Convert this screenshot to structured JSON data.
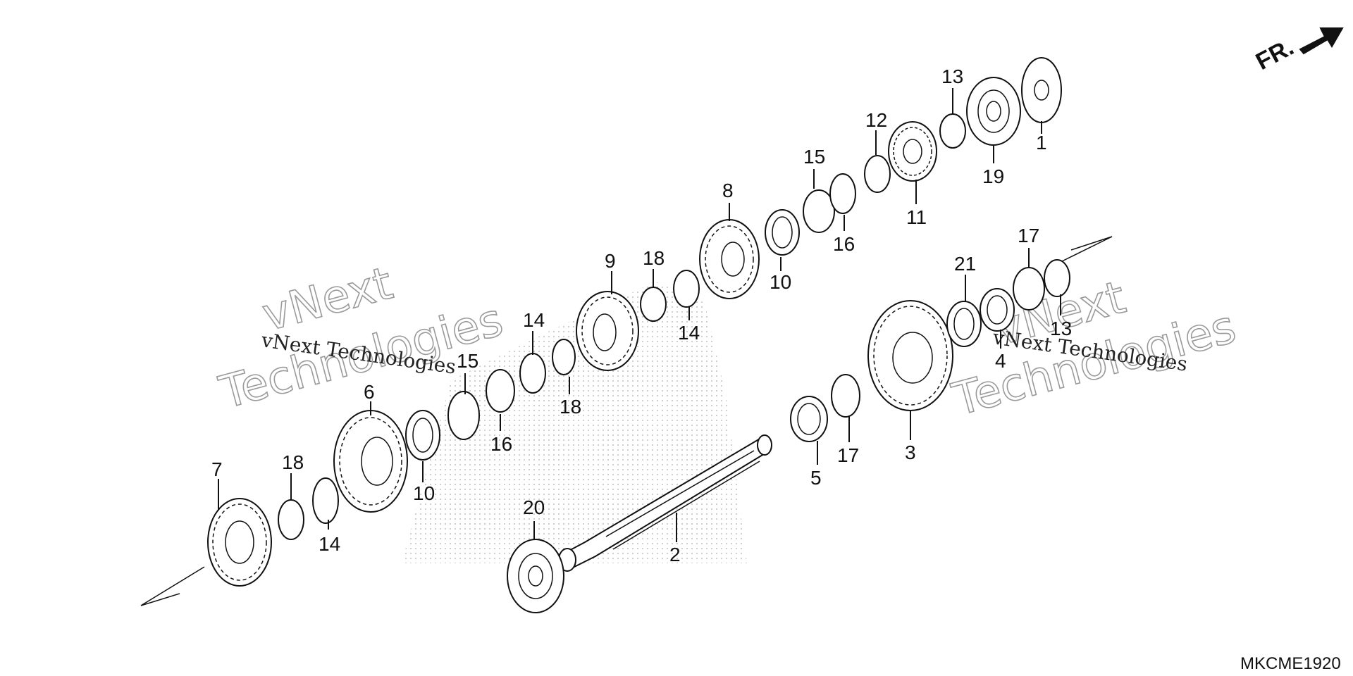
{
  "drawing_code": "MKCME1920",
  "direction_label": "FR.",
  "watermark": {
    "text_large_1": "vNext",
    "text_large_2": "Technologies",
    "text_small": "vNext Technologies"
  },
  "parts": {
    "p1": "1",
    "p2": "2",
    "p3": "3",
    "p4": "4",
    "p5": "5",
    "p6": "6",
    "p7": "7",
    "p8": "8",
    "p9": "9",
    "p10a": "10",
    "p10b": "10",
    "p11": "11",
    "p12": "12",
    "p13a": "13",
    "p13b": "13",
    "p14a": "14",
    "p14b": "14",
    "p14c": "14",
    "p15a": "15",
    "p15b": "15",
    "p16a": "16",
    "p16b": "16",
    "p17a": "17",
    "p17b": "17",
    "p18a": "18",
    "p18b": "18",
    "p18c": "18",
    "p19": "19",
    "p20": "20",
    "p21": "21"
  }
}
